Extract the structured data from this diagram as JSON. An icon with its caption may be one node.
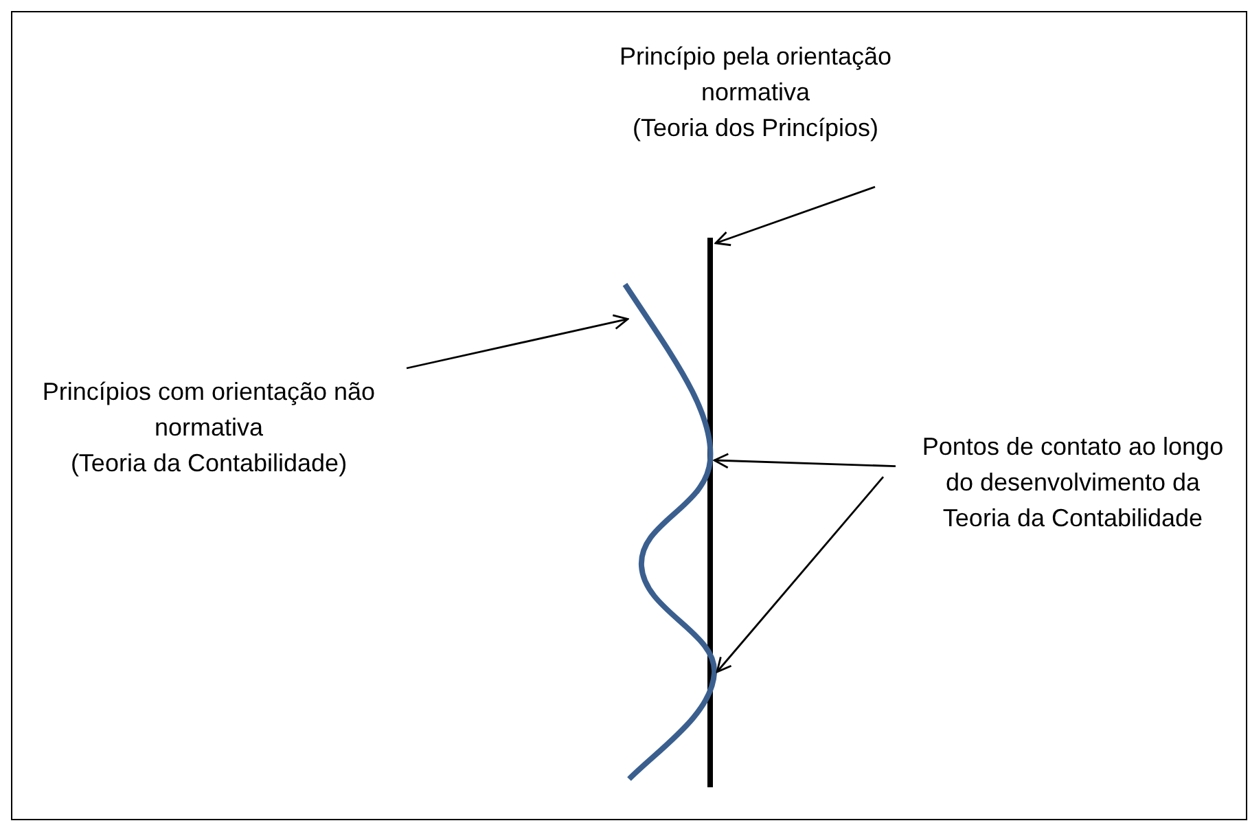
{
  "diagram": {
    "nodes": [
      {
        "text": [
          "Princípio pela orientação normativa",
          "(Teoria dos Princípios)"
        ]
      },
      {
        "text": [],
        "shape": "line"
      },
      {
        "text": [
          "Princípios com orientação não normativa",
          "(Teoria da Contabilidade)"
        ]
      },
      {
        "text": [],
        "shape": "curve"
      },
      {
        "text": [
          "Pontos de contato ao longo do desenvolvimento da Teoria da Contabilidade"
        ]
      }
    ],
    "edges": [
      {
        "from": 0,
        "to": 1,
        "arrow": "to"
      },
      {
        "from": 2,
        "to": 3,
        "arrow": "to"
      },
      {
        "from": 4,
        "to": 1,
        "arrow": "to"
      },
      {
        "from": 4,
        "to": 1,
        "arrow": "to"
      }
    ]
  }
}
